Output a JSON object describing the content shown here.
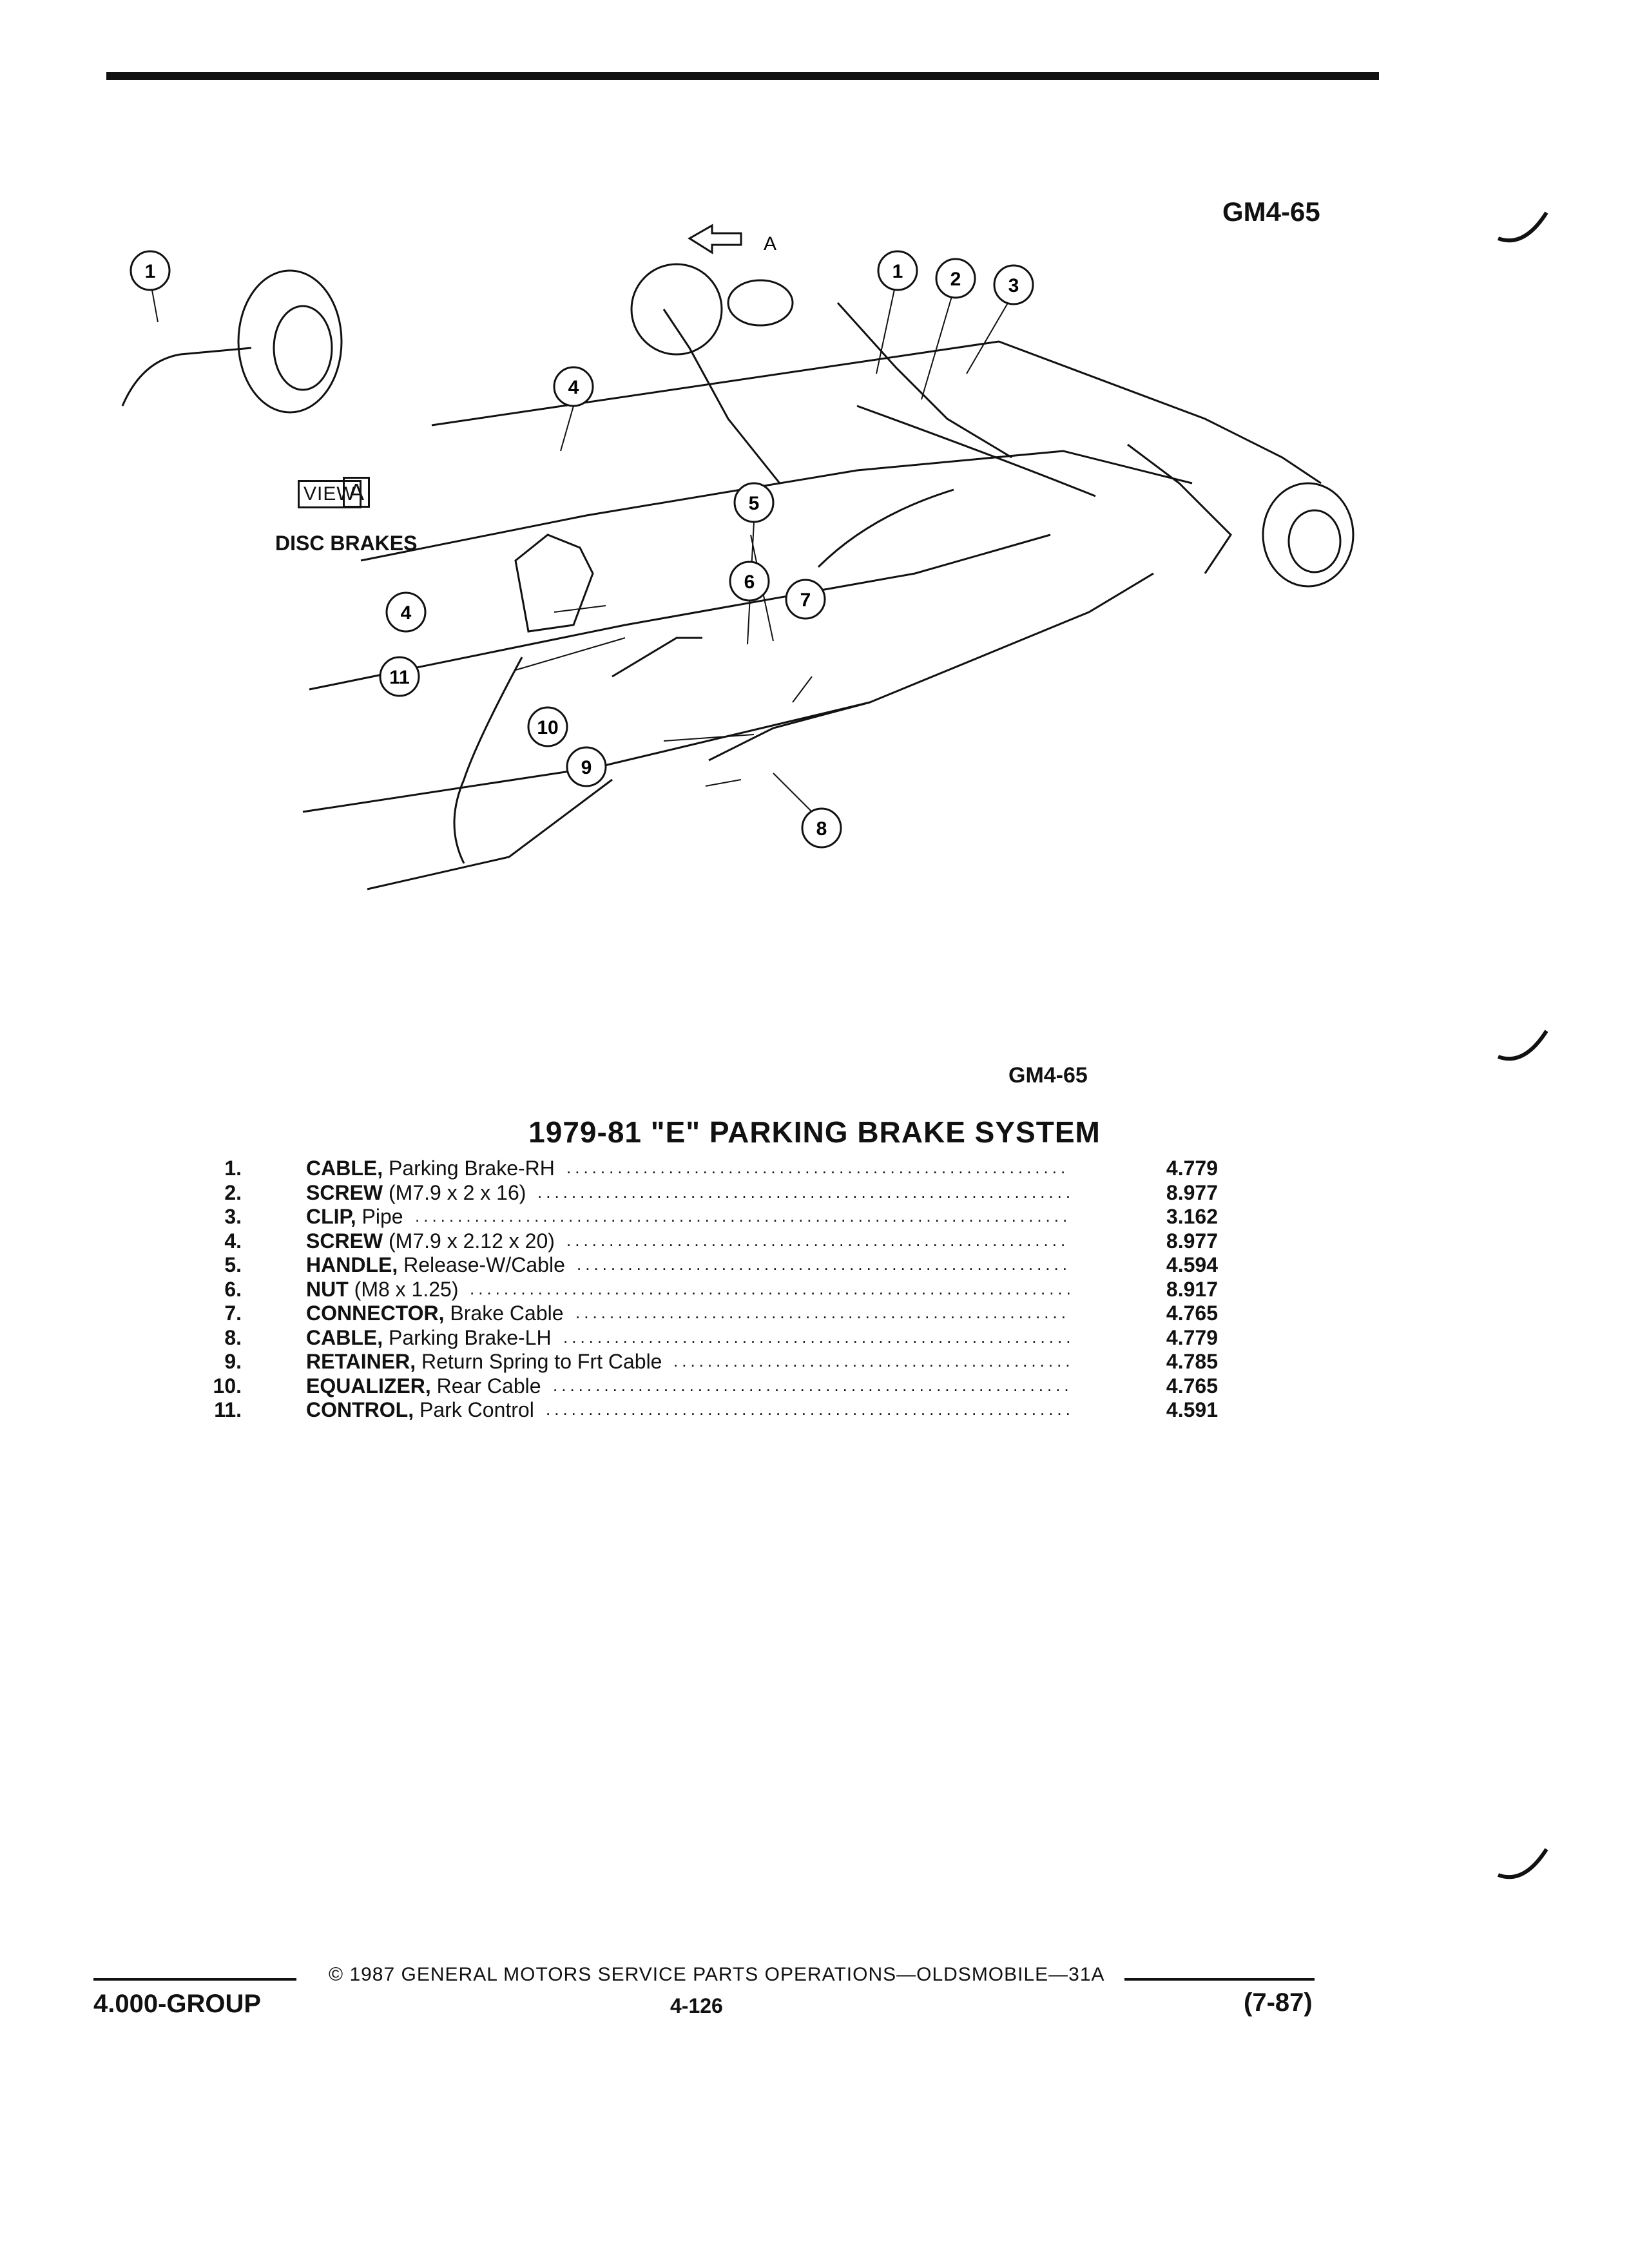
{
  "header": {
    "figure_id": "GM4-65"
  },
  "diagram": {
    "view_label": "VIEW",
    "view_letter": "A",
    "disc_label": "DISC BRAKES",
    "arrow_letter": "A",
    "callouts": [
      "1",
      "1",
      "2",
      "3",
      "4",
      "4",
      "5",
      "6",
      "7",
      "8",
      "9",
      "10",
      "11"
    ]
  },
  "caption_id": "GM4-65",
  "title": "1979-81 \"E\" PARKING BRAKE SYSTEM",
  "parts": [
    {
      "num": "1.",
      "name": "CABLE,",
      "desc": "Parking Brake-RH",
      "code": "4.779"
    },
    {
      "num": "2.",
      "name": "SCREW",
      "desc": "(M7.9 x 2 x 16)",
      "code": "8.977"
    },
    {
      "num": "3.",
      "name": "CLIP,",
      "desc": "Pipe",
      "code": "3.162"
    },
    {
      "num": "4.",
      "name": "SCREW",
      "desc": "(M7.9 x 2.12 x 20)",
      "code": "8.977"
    },
    {
      "num": "5.",
      "name": "HANDLE,",
      "desc": "Release-W/Cable",
      "code": "4.594"
    },
    {
      "num": "6.",
      "name": "NUT",
      "desc": "(M8 x 1.25)",
      "code": "8.917"
    },
    {
      "num": "7.",
      "name": "CONNECTOR,",
      "desc": "Brake Cable",
      "code": "4.765"
    },
    {
      "num": "8.",
      "name": "CABLE,",
      "desc": "Parking Brake-LH",
      "code": "4.779"
    },
    {
      "num": "9.",
      "name": "RETAINER,",
      "desc": "Return Spring to Frt Cable",
      "code": "4.785"
    },
    {
      "num": "10.",
      "name": "EQUALIZER,",
      "desc": "Rear Cable",
      "code": "4.765"
    },
    {
      "num": "11.",
      "name": "CONTROL,",
      "desc": "Park Control",
      "code": "4.591"
    }
  ],
  "footer": {
    "copyright": "© 1987 GENERAL MOTORS SERVICE PARTS OPERATIONS—OLDSMOBILE—31A",
    "group": "4.000-GROUP",
    "page": "4-126",
    "date": "(7-87)"
  }
}
